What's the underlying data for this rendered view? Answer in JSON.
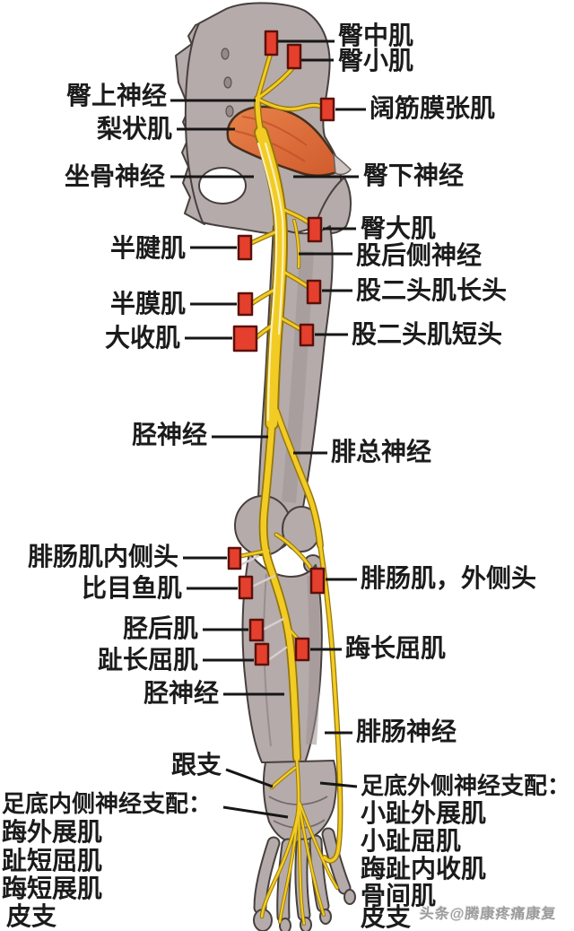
{
  "labels": {
    "gluteus_medius": "臀中肌",
    "gluteus_minimus": "臀小肌",
    "superior_gluteal_nerve": "臀上神经",
    "tensor_fasciae_latae": "阔筋膜张肌",
    "piriformis": "梨状肌",
    "sciatic_nerve": "坐骨神经",
    "inferior_gluteal_nerve": "臀下神经",
    "gluteus_maximus": "臀大肌",
    "semitendinosus": "半腱肌",
    "posterior_femoral_nerve": "股后侧神经",
    "semimembranosus": "半膜肌",
    "biceps_femoris_long_head": "股二头肌长头",
    "adductor_magnus": "大收肌",
    "biceps_femoris_short_head": "股二头肌短头",
    "tibial_nerve_upper": "胫神经",
    "common_peroneal_nerve": "腓总神经",
    "gastrocnemius_medial_head": "腓肠肌内侧头",
    "gastrocnemius_lateral_head": "腓肠肌，外侧头",
    "soleus": "比目鱼肌",
    "tibialis_posterior": "胫后肌",
    "flexor_hallucis_longus": "踇长屈肌",
    "flexor_digitorum_longus": "趾长屈肌",
    "tibial_nerve_lower": "胫神经",
    "sural_nerve": "腓肠神经",
    "calcaneal_branch": "跟支",
    "lateral_plantar_heading": "足底外侧神经支配：",
    "medial_plantar_heading": "足底内侧神经支配：",
    "abductor_hallucis": "踇外展肌",
    "flexor_digitorum_brevis": "趾短屈肌",
    "abductor_hallucis_brevis": "踇短展肌",
    "cutaneous_branch_left": "皮支",
    "abductor_digiti_minimi": "小趾外展肌",
    "flexor_digiti_minimi": "小趾屈肌",
    "adductor_hallucis": "踇趾内收肌",
    "interossei": "骨间肌",
    "cutaneous_branch_right": "皮支"
  },
  "watermark": "头条@腾康疼痛康复",
  "colors": {
    "nerve_yellow": "#f2cc24",
    "nerve_outline": "#96760a",
    "muscle_orange": "#e0713a",
    "bone_gray": "#b5abaa",
    "marker_red": "#e5402d",
    "line_black": "#161616"
  }
}
